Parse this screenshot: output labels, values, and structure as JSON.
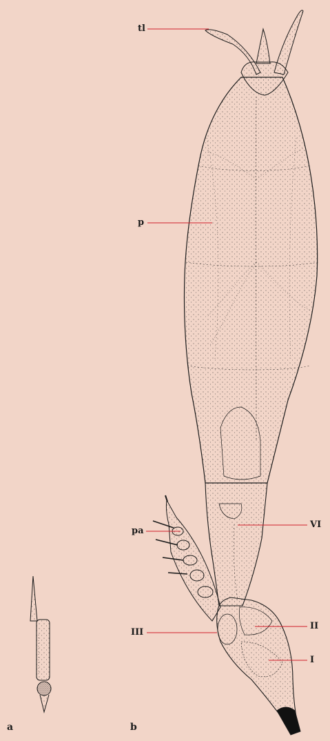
{
  "labels": {
    "tl": "tl",
    "p": "p",
    "pa": "pa",
    "vi": "VI",
    "iii": "III",
    "ii": "II",
    "i": "I"
  },
  "panels": {
    "a": "a",
    "b": "b"
  },
  "colors": {
    "background": "#f2d5c8",
    "leader": "#d0202a",
    "ink": "#1a1a1a"
  }
}
